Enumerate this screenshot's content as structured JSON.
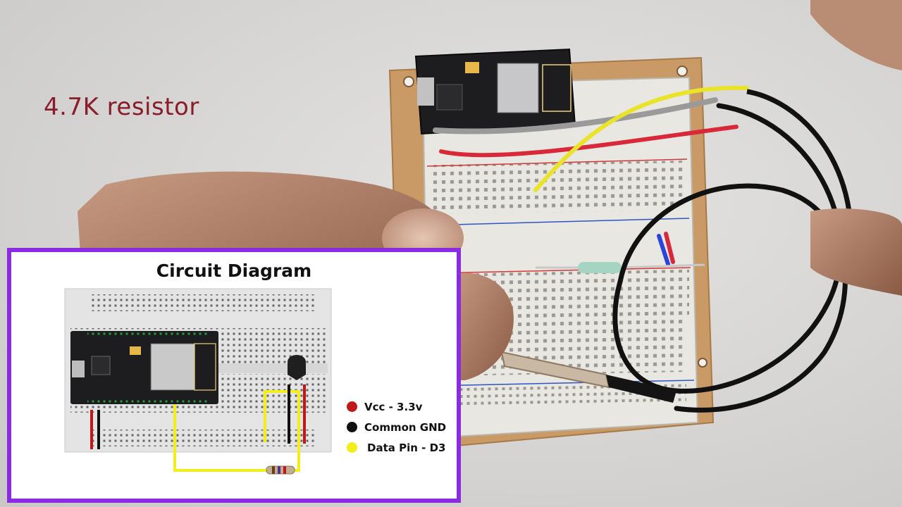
{
  "overlay": {
    "resistor_label": "4.7K resistor"
  },
  "inset": {
    "title": "Circuit Diagram",
    "border_color": "#8a2be2",
    "legend": [
      {
        "label": "Vcc - 3.3v",
        "color": "#c01818"
      },
      {
        "label": "Common GND",
        "color": "#111111"
      },
      {
        "label": "Data Pin - D3",
        "color": "#f2ee1a"
      }
    ]
  },
  "colors": {
    "label_text": "#8a1c2a",
    "wire_red": "#d8283a",
    "wire_yellow": "#e9e32a",
    "wire_gray": "#9a9a9a",
    "breadboard": "#e9e7e1",
    "board_pcb": "#1d1d1f",
    "wood_base": "#c99a66"
  }
}
